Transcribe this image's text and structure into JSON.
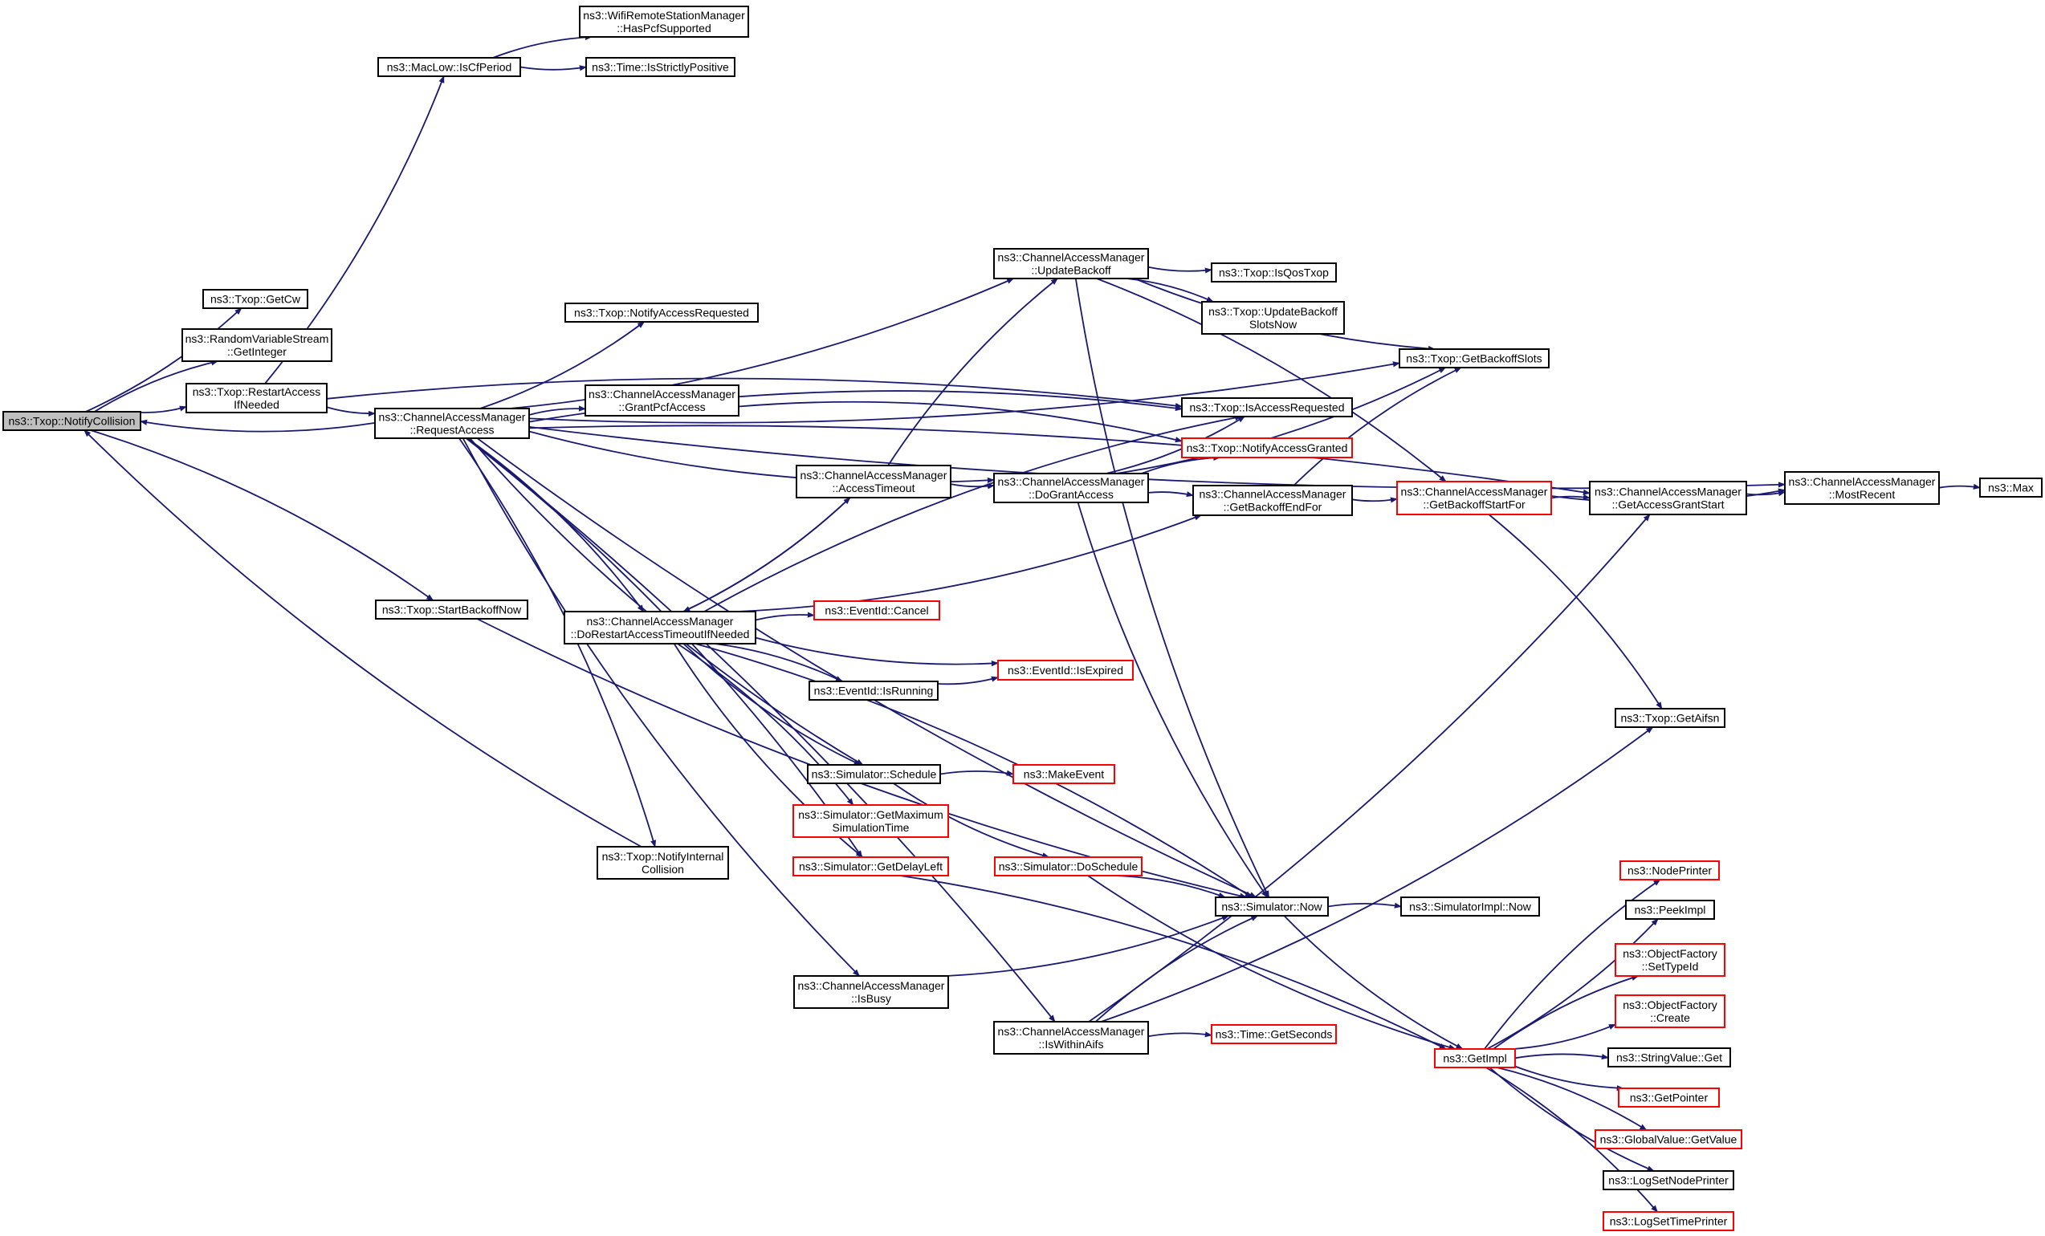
{
  "colors": {
    "edge": "#191970",
    "normal_border": "#000000",
    "truncated_border": "#ff0000",
    "root_fill": "#bfbfbf",
    "node_fill": "#ffffff"
  },
  "nodes": [
    {
      "id": "notifycollision",
      "lines": [
        "ns3::Txop::NotifyCollision"
      ],
      "style": "root"
    },
    {
      "id": "getcw",
      "lines": [
        "ns3::Txop::GetCw"
      ],
      "style": "normal"
    },
    {
      "id": "getinteger",
      "lines": [
        "ns3::RandomVariableStream",
        "::GetInteger"
      ],
      "style": "normal"
    },
    {
      "id": "restartaccess",
      "lines": [
        "ns3::Txop::RestartAccess",
        "IfNeeded"
      ],
      "style": "normal"
    },
    {
      "id": "startbackoffnow",
      "lines": [
        "ns3::Txop::StartBackoffNow"
      ],
      "style": "normal"
    },
    {
      "id": "iscfperiod",
      "lines": [
        "ns3::MacLow::IsCfPeriod"
      ],
      "style": "normal"
    },
    {
      "id": "haspcf",
      "lines": [
        "ns3::WifiRemoteStationManager",
        "::HasPcfSupported"
      ],
      "style": "normal"
    },
    {
      "id": "isstrictlypositive",
      "lines": [
        "ns3::Time::IsStrictlyPositive"
      ],
      "style": "normal"
    },
    {
      "id": "requestaccess",
      "lines": [
        "ns3::ChannelAccessManager",
        "::RequestAccess"
      ],
      "style": "normal"
    },
    {
      "id": "notifyaccessrequested",
      "lines": [
        "ns3::Txop::NotifyAccessRequested"
      ],
      "style": "normal"
    },
    {
      "id": "grantpcfaccess",
      "lines": [
        "ns3::ChannelAccessManager",
        "::GrantPcfAccess"
      ],
      "style": "normal"
    },
    {
      "id": "updatebackoff",
      "lines": [
        "ns3::ChannelAccessManager",
        "::UpdateBackoff"
      ],
      "style": "normal"
    },
    {
      "id": "isqostxop",
      "lines": [
        "ns3::Txop::IsQosTxop"
      ],
      "style": "normal"
    },
    {
      "id": "updatebackoffslots",
      "lines": [
        "ns3::Txop::UpdateBackoff",
        "SlotsNow"
      ],
      "style": "normal"
    },
    {
      "id": "getbackoffslots",
      "lines": [
        "ns3::Txop::GetBackoffSlots"
      ],
      "style": "normal"
    },
    {
      "id": "isaccessrequested",
      "lines": [
        "ns3::Txop::IsAccessRequested"
      ],
      "style": "normal"
    },
    {
      "id": "notifyaccessgranted",
      "lines": [
        "ns3::Txop::NotifyAccessGranted"
      ],
      "style": "truncated"
    },
    {
      "id": "accesstimeout",
      "lines": [
        "ns3::ChannelAccessManager",
        "::AccessTimeout"
      ],
      "style": "normal"
    },
    {
      "id": "dograntaccess",
      "lines": [
        "ns3::ChannelAccessManager",
        "::DoGrantAccess"
      ],
      "style": "normal"
    },
    {
      "id": "getbackoffendfor",
      "lines": [
        "ns3::ChannelAccessManager",
        "::GetBackoffEndFor"
      ],
      "style": "normal"
    },
    {
      "id": "getbackoffstartfor",
      "lines": [
        "ns3::ChannelAccessManager",
        "::GetBackoffStartFor"
      ],
      "style": "truncated"
    },
    {
      "id": "getaccessgrantstart",
      "lines": [
        "ns3::ChannelAccessManager",
        "::GetAccessGrantStart"
      ],
      "style": "normal"
    },
    {
      "id": "mostrecent",
      "lines": [
        "ns3::ChannelAccessManager",
        "::MostRecent"
      ],
      "style": "normal"
    },
    {
      "id": "max",
      "lines": [
        "ns3::Max"
      ],
      "style": "normal"
    },
    {
      "id": "dorestart",
      "lines": [
        "ns3::ChannelAccessManager",
        "::DoRestartAccessTimeoutIfNeeded"
      ],
      "style": "normal"
    },
    {
      "id": "cancel",
      "lines": [
        "ns3::EventId::Cancel"
      ],
      "style": "truncated"
    },
    {
      "id": "isexpired",
      "lines": [
        "ns3::EventId::IsExpired"
      ],
      "style": "truncated"
    },
    {
      "id": "isrunning",
      "lines": [
        "ns3::EventId::IsRunning"
      ],
      "style": "normal"
    },
    {
      "id": "getaifsn",
      "lines": [
        "ns3::Txop::GetAifsn"
      ],
      "style": "normal"
    },
    {
      "id": "schedule",
      "lines": [
        "ns3::Simulator::Schedule"
      ],
      "style": "normal"
    },
    {
      "id": "makeevent",
      "lines": [
        "ns3::MakeEvent"
      ],
      "style": "truncated"
    },
    {
      "id": "getmaximum",
      "lines": [
        "ns3::Simulator::GetMaximum",
        "SimulationTime"
      ],
      "style": "truncated"
    },
    {
      "id": "notifyinternal",
      "lines": [
        "ns3::Txop::NotifyInternal",
        "Collision"
      ],
      "style": "normal"
    },
    {
      "id": "getdelayleft",
      "lines": [
        "ns3::Simulator::GetDelayLeft"
      ],
      "style": "truncated"
    },
    {
      "id": "doschedule",
      "lines": [
        "ns3::Simulator::DoSchedule"
      ],
      "style": "truncated"
    },
    {
      "id": "now",
      "lines": [
        "ns3::Simulator::Now"
      ],
      "style": "normal"
    },
    {
      "id": "simimplnow",
      "lines": [
        "ns3::SimulatorImpl::Now"
      ],
      "style": "normal"
    },
    {
      "id": "nodeprinter",
      "lines": [
        "ns3::NodePrinter"
      ],
      "style": "truncated"
    },
    {
      "id": "peekimpl",
      "lines": [
        "ns3::PeekImpl"
      ],
      "style": "normal"
    },
    {
      "id": "settypeid",
      "lines": [
        "ns3::ObjectFactory",
        "::SetTypeId"
      ],
      "style": "truncated"
    },
    {
      "id": "isbusy",
      "lines": [
        "ns3::ChannelAccessManager",
        "::IsBusy"
      ],
      "style": "normal"
    },
    {
      "id": "create",
      "lines": [
        "ns3::ObjectFactory",
        "::Create"
      ],
      "style": "truncated"
    },
    {
      "id": "iswithinaifs",
      "lines": [
        "ns3::ChannelAccessManager",
        "::IsWithinAifs"
      ],
      "style": "normal"
    },
    {
      "id": "getseconds",
      "lines": [
        "ns3::Time::GetSeconds"
      ],
      "style": "truncated"
    },
    {
      "id": "getimpl",
      "lines": [
        "ns3::GetImpl"
      ],
      "style": "truncated"
    },
    {
      "id": "stringvalueget",
      "lines": [
        "ns3::StringValue::Get"
      ],
      "style": "normal"
    },
    {
      "id": "getpointer",
      "lines": [
        "ns3::GetPointer"
      ],
      "style": "truncated"
    },
    {
      "id": "globalvalueget",
      "lines": [
        "ns3::GlobalValue::GetValue"
      ],
      "style": "truncated"
    },
    {
      "id": "logsetnodeprinter",
      "lines": [
        "ns3::LogSetNodePrinter"
      ],
      "style": "normal"
    },
    {
      "id": "logsettimeprinter",
      "lines": [
        "ns3::LogSetTimePrinter"
      ],
      "style": "truncated"
    }
  ],
  "edges": [
    [
      "notifycollision",
      "getcw"
    ],
    [
      "notifycollision",
      "getinteger"
    ],
    [
      "notifycollision",
      "restartaccess"
    ],
    [
      "notifycollision",
      "startbackoffnow"
    ],
    [
      "restartaccess",
      "iscfperiod"
    ],
    [
      "restartaccess",
      "isaccessrequested"
    ],
    [
      "restartaccess",
      "requestaccess"
    ],
    [
      "iscfperiod",
      "haspcf"
    ],
    [
      "iscfperiod",
      "isstrictlypositive"
    ],
    [
      "requestaccess",
      "notifycollision"
    ],
    [
      "requestaccess",
      "notifyaccessrequested"
    ],
    [
      "requestaccess",
      "grantpcfaccess"
    ],
    [
      "requestaccess",
      "updatebackoff"
    ],
    [
      "requestaccess",
      "isaccessrequested"
    ],
    [
      "requestaccess",
      "dograntaccess"
    ],
    [
      "requestaccess",
      "dorestart"
    ],
    [
      "requestaccess",
      "getbackoffslots"
    ],
    [
      "requestaccess",
      "getaccessgrantstart"
    ],
    [
      "requestaccess",
      "mostrecent"
    ],
    [
      "requestaccess",
      "notifyinternal"
    ],
    [
      "requestaccess",
      "schedule"
    ],
    [
      "requestaccess",
      "getdelayleft"
    ],
    [
      "requestaccess",
      "isbusy"
    ],
    [
      "requestaccess",
      "iswithinaifs"
    ],
    [
      "requestaccess",
      "now"
    ],
    [
      "grantpcfaccess",
      "notifyaccessgranted"
    ],
    [
      "updatebackoff",
      "isqostxop"
    ],
    [
      "updatebackoff",
      "updatebackoffslots"
    ],
    [
      "updatebackoff",
      "getbackoffslots"
    ],
    [
      "updatebackoff",
      "getbackoffstartfor"
    ],
    [
      "updatebackoff",
      "now"
    ],
    [
      "accesstimeout",
      "updatebackoff"
    ],
    [
      "accesstimeout",
      "dograntaccess"
    ],
    [
      "accesstimeout",
      "dorestart"
    ],
    [
      "dograntaccess",
      "isaccessrequested"
    ],
    [
      "dograntaccess",
      "notifyaccessgranted"
    ],
    [
      "dograntaccess",
      "getbackoffslots"
    ],
    [
      "dograntaccess",
      "getbackoffendfor"
    ],
    [
      "dograntaccess",
      "now"
    ],
    [
      "getbackoffendfor",
      "getbackoffslots"
    ],
    [
      "getbackoffendfor",
      "getbackoffstartfor"
    ],
    [
      "getbackoffstartfor",
      "getaccessgrantstart"
    ],
    [
      "getbackoffstartfor",
      "mostrecent"
    ],
    [
      "getbackoffstartfor",
      "getaifsn"
    ],
    [
      "getaccessgrantstart",
      "mostrecent"
    ],
    [
      "mostrecent",
      "max"
    ],
    [
      "dorestart",
      "accesstimeout"
    ],
    [
      "dorestart",
      "isaccessrequested"
    ],
    [
      "dorestart",
      "getbackoffendfor"
    ],
    [
      "dorestart",
      "cancel"
    ],
    [
      "dorestart",
      "isexpired"
    ],
    [
      "dorestart",
      "isrunning"
    ],
    [
      "dorestart",
      "schedule"
    ],
    [
      "dorestart",
      "getmaximum"
    ],
    [
      "dorestart",
      "getdelayleft"
    ],
    [
      "dorestart",
      "now"
    ],
    [
      "isrunning",
      "isexpired"
    ],
    [
      "schedule",
      "makeevent"
    ],
    [
      "schedule",
      "doschedule"
    ],
    [
      "doschedule",
      "now"
    ],
    [
      "doschedule",
      "getimpl"
    ],
    [
      "getdelayleft",
      "getimpl"
    ],
    [
      "startbackoffnow",
      "now"
    ],
    [
      "notifyinternal",
      "notifycollision"
    ],
    [
      "isbusy",
      "now"
    ],
    [
      "iswithinaifs",
      "now"
    ],
    [
      "iswithinaifs",
      "getaccessgrantstart"
    ],
    [
      "iswithinaifs",
      "getseconds"
    ],
    [
      "iswithinaifs",
      "getaifsn"
    ],
    [
      "now",
      "simimplnow"
    ],
    [
      "now",
      "getimpl"
    ],
    [
      "getimpl",
      "nodeprinter"
    ],
    [
      "getimpl",
      "peekimpl"
    ],
    [
      "getimpl",
      "settypeid"
    ],
    [
      "getimpl",
      "create"
    ],
    [
      "getimpl",
      "stringvalueget"
    ],
    [
      "getimpl",
      "getpointer"
    ],
    [
      "getimpl",
      "globalvalueget"
    ],
    [
      "getimpl",
      "logsetnodeprinter"
    ],
    [
      "getimpl",
      "logsettimeprinter"
    ]
  ]
}
